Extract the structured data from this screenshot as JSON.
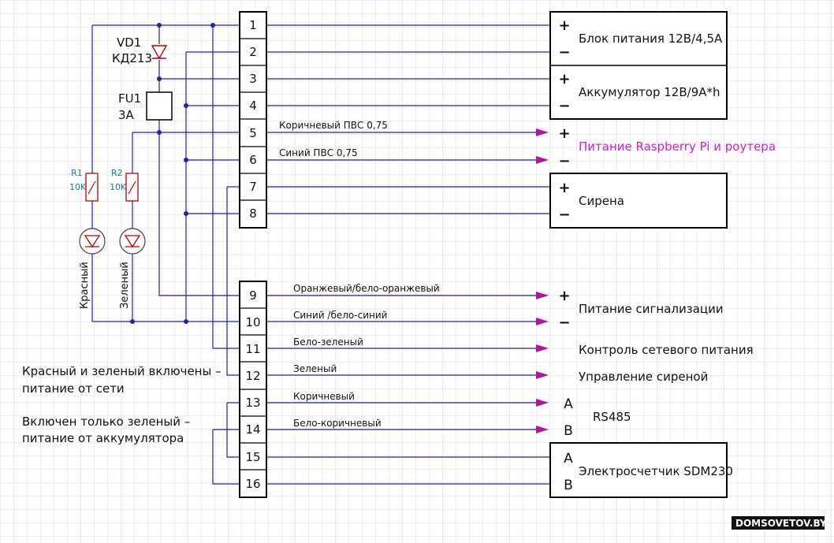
{
  "terminals": [
    "1",
    "2",
    "3",
    "4",
    "5",
    "6",
    "7",
    "8",
    "9",
    "10",
    "11",
    "12",
    "13",
    "14",
    "15",
    "16"
  ],
  "components": {
    "vd1": {
      "ref": "VD1",
      "part": "КД213"
    },
    "fu1": {
      "ref": "FU1",
      "rating": "3А"
    },
    "r1": {
      "ref": "R1",
      "value": "10K"
    },
    "r2": {
      "ref": "R2",
      "value": "10K"
    },
    "led1_label": "Красный",
    "led2_label": "Зеленый"
  },
  "wire_labels": {
    "w5": "Коричневый ПВС 0,75",
    "w6": "Синий ПВС 0,75",
    "w9": "Оранжевый/бело-оранжевый",
    "w10": "Синий /бело-синий",
    "w11": "Бело-зеленый",
    "w12": "Зеленый",
    "w13": "Коричневый",
    "w14": "Бело-коричневый"
  },
  "devices": {
    "psu": "Блок питания 12В/4,5А",
    "battery": "Аккумулятор 12В/9А*h",
    "rpi": "Питание Raspberry Pi и роутера",
    "siren": "Сирена",
    "alarm_power": "Питание сигнализации",
    "mains_control": "Контроль сетевого питания",
    "siren_control": "Управление сиреной",
    "rs485": "RS485",
    "meter": "Электросчетчик SDM230"
  },
  "signs": {
    "plus": "+",
    "minus": "−",
    "a": "A",
    "b": "B"
  },
  "notes": {
    "line1": "Красный и зеленый включены –",
    "line2": "питание от сети",
    "line3": "Включен только зеленый –",
    "line4": "питание от аккумулятора"
  },
  "watermark": "DOMSOVETOV.BY",
  "colors": {
    "wire": "#2222a8",
    "arrow_wire": "#b0189b",
    "highlight_text": "#d21ad6",
    "component_text": "#1a7f86"
  }
}
